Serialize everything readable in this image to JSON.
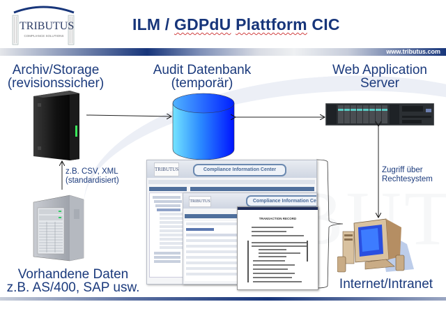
{
  "header": {
    "logo": {
      "name": "TRIBUTUS",
      "tagline": "COMPLIANCE SOLUTIONS"
    },
    "title_parts": [
      "ILM / ",
      "GDPdU",
      " ",
      "Plattform",
      " CIC"
    ],
    "url": "www.tributus.com"
  },
  "nodes": {
    "archive": {
      "line1": "Archiv/Storage",
      "line2": "(revisionssicher)"
    },
    "audit_db": {
      "line1": "Audit Datenbank",
      "line2": "(temporär)"
    },
    "web_server": {
      "line1": "Web Application",
      "line2": "Server"
    },
    "existing_data": {
      "line1": "Vorhandene Daten",
      "line2": "z.B. AS/400, SAP usw."
    },
    "client": {
      "label": "Internet/Intranet"
    }
  },
  "edges": {
    "import_label": {
      "line1": "z.B. CSV, XML",
      "line2": "(standardisiert)"
    },
    "access_label": {
      "line1": "Zugriff über",
      "line2": "Rechtesystem"
    }
  },
  "screenshots": {
    "main_title": "Compliance Information Center",
    "inner_title": "Compliance Information Center",
    "logo": "TRIBUTUS",
    "receipt_heading": "TRANSACTION RECORD"
  },
  "colors": {
    "text": "#1b3a7c",
    "title": "#17357a",
    "db_light": "#6fe0ff",
    "db_dark": "#0019ff"
  }
}
